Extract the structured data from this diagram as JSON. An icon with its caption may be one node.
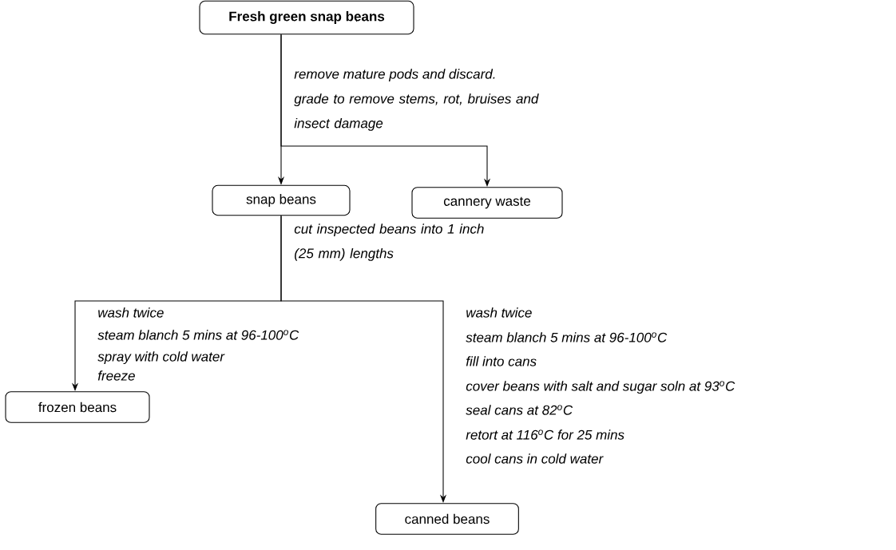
{
  "diagram": {
    "nodes": [
      {
        "text": [
          "Fresh green snap beans"
        ]
      },
      {
        "text": [
          "snap beans"
        ]
      },
      {
        "text": [
          "cannery waste"
        ]
      },
      {
        "text": [
          "frozen beans"
        ]
      },
      {
        "text": [
          "canned beans"
        ]
      }
    ],
    "edges": [
      {
        "from": 0,
        "to": 1,
        "arrow": "to"
      },
      {
        "from": 0,
        "to": 2,
        "arrow": "to"
      },
      {
        "from": 1,
        "to": 3,
        "arrow": "to"
      },
      {
        "from": 1,
        "to": 4,
        "arrow": "to"
      }
    ],
    "labels": [
      "remove mature pods and discard.",
      "grade to remove stems, rot, bruises and insect damage",
      "cut inspected beans into 1 inch (25 mm) lengths",
      "wash twice",
      "steam blanch 5 mins at 96-100$^{o}$C",
      "spray with cold water",
      "freeze",
      "wash twice",
      "steam blanch 5 mins at 96-100$^{o}$C",
      "fill into cans",
      "cover beans with salt and sugar soln at 93$^{o}$C",
      "seal cans at 82$^{o}$C",
      "retort at 116$^{o}$C for 25 mins",
      "cool cans in cold water"
    ]
  }
}
